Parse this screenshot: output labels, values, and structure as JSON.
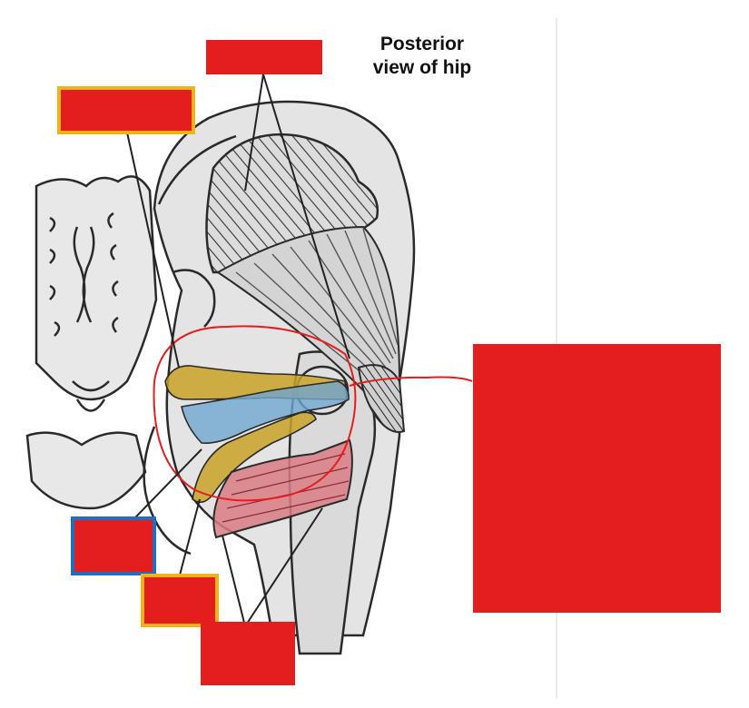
{
  "title": {
    "line1": "Posterior",
    "line2": "view of hip"
  },
  "label_boxes": {
    "top": {
      "border": "none",
      "fill": "#e41e1e"
    },
    "upper_left": {
      "border": "#f2b316",
      "fill": "#e41e1e"
    },
    "lower_left_blue": {
      "border": "#1f6fc0",
      "fill": "#e41e1e"
    },
    "lower_left_yellow": {
      "border": "#f2b316",
      "fill": "#e41e1e"
    },
    "bottom_red": {
      "border": "#e41e1e",
      "fill": "#e41e1e"
    },
    "right_large": {
      "border": "none",
      "fill": "#e41e1e"
    }
  },
  "colors": {
    "ligament_yellow": "#c9a228",
    "ligament_blue": "#6fa6cf",
    "muscle_red": "#d97c84",
    "annotation_red": "#e41e1e",
    "bone_fill": "#e6e6e6",
    "outline": "#2a2a2a"
  }
}
